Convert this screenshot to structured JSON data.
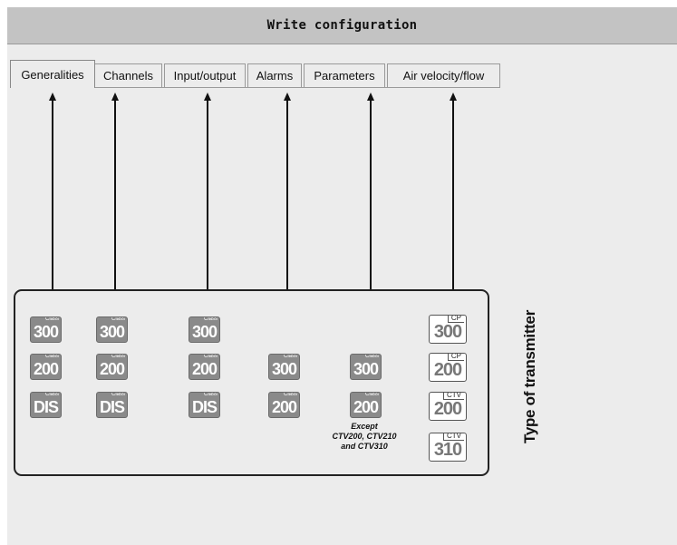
{
  "window": {
    "title": "Write configuration"
  },
  "tabs": [
    {
      "label": "Generalities",
      "active": true
    },
    {
      "label": "Channels",
      "active": false
    },
    {
      "label": "Input/output",
      "active": false
    },
    {
      "label": "Alarms",
      "active": false
    },
    {
      "label": "Parameters",
      "active": false
    },
    {
      "label": "Air velocity/flow",
      "active": false
    }
  ],
  "diagram": {
    "side_label": "Type of transmitter",
    "class_tag": "Class",
    "columns": [
      {
        "tab": "Generalities",
        "badges": [
          {
            "tag": "Class",
            "value": "300"
          },
          {
            "tag": "Class",
            "value": "200"
          },
          {
            "tag": "Class",
            "value": "DIS"
          }
        ]
      },
      {
        "tab": "Channels",
        "badges": [
          {
            "tag": "Class",
            "value": "300"
          },
          {
            "tag": "Class",
            "value": "200"
          },
          {
            "tag": "Class",
            "value": "DIS"
          }
        ]
      },
      {
        "tab": "Input/output",
        "badges": [
          {
            "tag": "Class",
            "value": "300"
          },
          {
            "tag": "Class",
            "value": "200"
          },
          {
            "tag": "Class",
            "value": "DIS"
          }
        ]
      },
      {
        "tab": "Alarms",
        "badges": [
          {
            "tag": "Class",
            "value": "300"
          },
          {
            "tag": "Class",
            "value": "200"
          }
        ]
      },
      {
        "tab": "Parameters",
        "badges": [
          {
            "tag": "Class",
            "value": "300"
          },
          {
            "tag": "Class",
            "value": "200"
          }
        ],
        "note": [
          "Except",
          "CTV200, CTV210",
          "and CTV310"
        ]
      },
      {
        "tab": "Air velocity/flow",
        "badges": [
          {
            "tag": "CP",
            "value": "300"
          },
          {
            "tag": "CP",
            "value": "200"
          },
          {
            "tag": "CTV",
            "value": "200"
          },
          {
            "tag": "CTV",
            "value": "310"
          }
        ]
      }
    ]
  }
}
